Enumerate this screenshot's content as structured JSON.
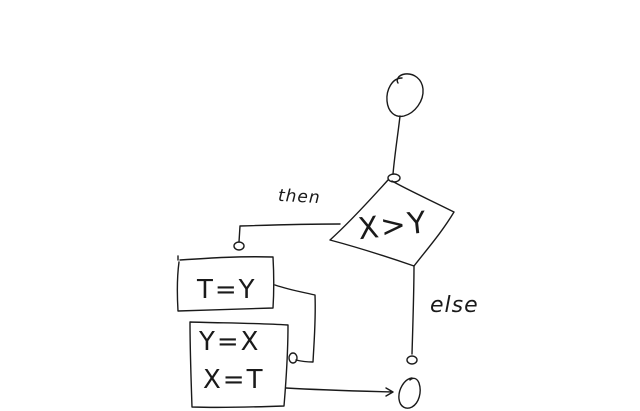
{
  "diagram": {
    "condition": "X>Y",
    "then_label": "then",
    "else_label": "else",
    "box1": "T=Y",
    "box2_line1": "Y=X",
    "box2_line2": "X=T"
  }
}
